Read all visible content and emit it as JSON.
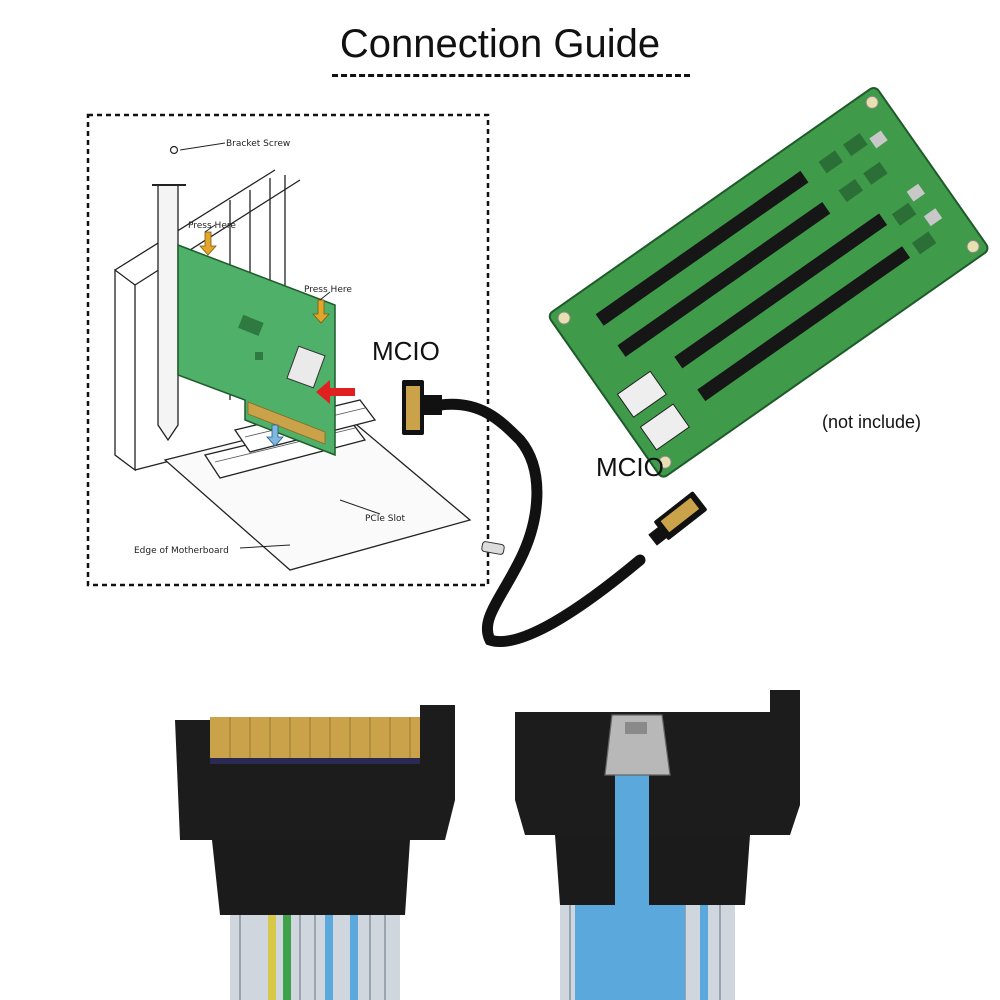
{
  "title": "Connection Guide",
  "labels": {
    "mcio_left": "MCIO",
    "mcio_right": "MCIO",
    "not_included": "(not include)"
  },
  "diagram": {
    "bracket_screw": "Bracket Screw",
    "press_here_top": "Press Here",
    "press_here_right": "Press Here",
    "pcie_slot": "PCIe Slot",
    "motherboard_edge": "Edge of Motherboard"
  },
  "colors": {
    "pcb_green": "#3f9a4a",
    "slot_black": "#161616",
    "cable_blue": "#5aa8dc",
    "gold_contacts": "#c9a24a",
    "arrow_red": "#e02020"
  }
}
